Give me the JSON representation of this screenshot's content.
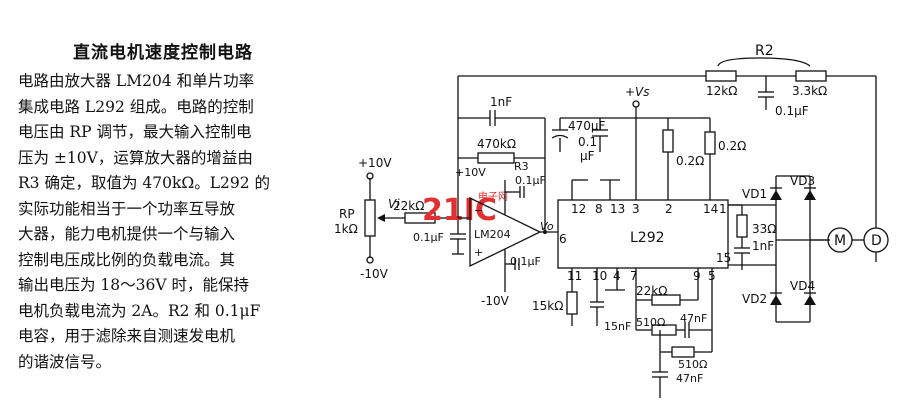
{
  "article": {
    "title": "直流电机速度控制电路",
    "lines": [
      "电路由放大器 LM204 和单片功率",
      "集成电路 L292 组成。电路的控制",
      "电压由 RP 调节，最大输入控制电",
      "压为 ±10V，运算放大器的增益由",
      "R3 确定，取值为 470kΩ。L292 的",
      "实际功能相当于一个功率互导放",
      "大器，能力电机提供一个与输入",
      "控制电压成比例的负载电流。其",
      "输出电压为 18～36V 时，能保持",
      "电机负载电流为 2A。R2 和 0.1μF",
      "电容，用于滤除来自测速发电机",
      "的谐波信号。"
    ]
  },
  "circuit": {
    "chips": {
      "opamp": "LM204",
      "driver": "L292"
    },
    "supplies": {
      "pos_in": "+10V",
      "neg_in": "-10V",
      "vs": "+Vs",
      "opamp_pos": "+10V",
      "opamp_neg": "-10V"
    },
    "signals": {
      "vi": "Vi",
      "vo": "Vo"
    },
    "pot": {
      "name": "RP",
      "value": "1kΩ"
    },
    "components": {
      "r_in": "22kΩ",
      "c_in": "0.1μF",
      "c_fb": "1nF",
      "r_fb": "470kΩ",
      "r3": "R3",
      "c_bypass_top": "0.1μF",
      "c_bypass_bot": "0.1μF",
      "c_470": "470μF",
      "c_01": "0.1",
      "c_01_unit": "μF",
      "r_sense1": "0.2Ω",
      "r_sense2": "0.2Ω",
      "r2": "R2",
      "r2a": "12kΩ",
      "r2b": "3.3kΩ",
      "c_r2": "0.1μF",
      "r_snub": "33Ω",
      "c_snub": "1nF",
      "r_15k": "15kΩ",
      "c_15n": "15nF",
      "r_22k": "22kΩ",
      "r_510a": "510Ω",
      "c_47a": "47nF",
      "r_510b": "510Ω",
      "c_47b": "47nF"
    },
    "pins": {
      "top": [
        "12",
        "8",
        "13",
        "3",
        "2",
        "14",
        "1"
      ],
      "bottom": [
        "11",
        "10",
        "4",
        "7",
        "9",
        "5"
      ],
      "left": "6",
      "right": "15"
    },
    "diodes": [
      "VD1",
      "VD3",
      "VD2",
      "VD4"
    ],
    "motor": "M",
    "tacho": "D",
    "watermark": {
      "main": "21IC",
      "sub": "电子网"
    }
  }
}
